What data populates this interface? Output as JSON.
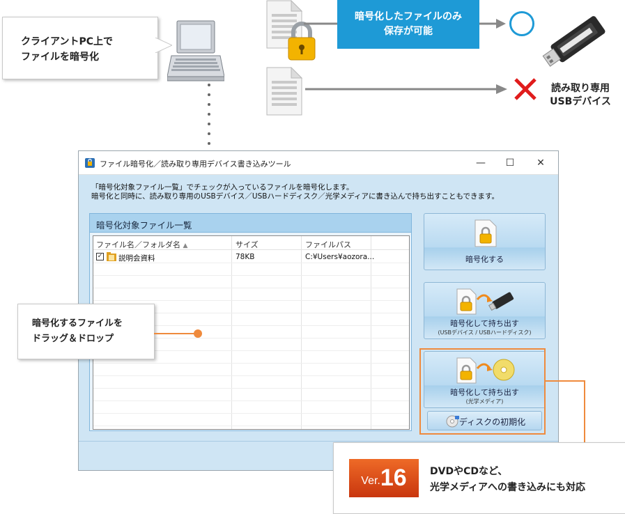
{
  "illustration": {
    "pc_callout_line1": "クライアントPC上で",
    "pc_callout_line2": "ファイルを暗号化",
    "encrypted_only_line1": "暗号化したファイルのみ",
    "encrypted_only_line2": "保存が可能",
    "usb_label_line1": "読み取り専用",
    "usb_label_line2": "USBデバイス",
    "accent_blue": "#1e9ad6",
    "cross_red": "#e01c1c"
  },
  "window": {
    "title": "ファイル暗号化／読み取り専用デバイス書き込みツール",
    "minimize": "—",
    "maximize": "☐",
    "close": "✕",
    "description_line1": "「暗号化対象ファイル一覧」でチェックが入っているファイルを暗号化します。",
    "description_line2": "暗号化と同時に、読み取り専用のUSBデバイス／USBハードディスク／光学メディアに書き込んで持ち出すこともできます。",
    "list_title": "暗号化対象ファイル一覧",
    "columns": {
      "name": "ファイル名／フォルダ名",
      "size": "サイズ",
      "path": "ファイルパス"
    },
    "files": [
      {
        "checked": true,
        "name": "説明会資料",
        "size": "78KB",
        "path": "C:¥Users¥aozora..."
      }
    ],
    "buttons": {
      "encrypt": "暗号化する",
      "encrypt_usb": "暗号化して持ち出す",
      "encrypt_usb_sub": "(USBデバイス / USBハードディスク)",
      "encrypt_optical": "暗号化して持ち出す",
      "encrypt_optical_sub": "(光学メディア)",
      "init_disc": "ディスクの初期化"
    }
  },
  "drag_callout": {
    "line1": "暗号化するファイルを",
    "line2": "ドラッグ＆ドロップ"
  },
  "version_callout": {
    "badge_prefix": "Ver.",
    "badge_number": "16",
    "line1": "DVDやCDなど、",
    "line2": "光学メディアへの書き込みにも対応",
    "accent_orange": "#ef8a3c"
  }
}
